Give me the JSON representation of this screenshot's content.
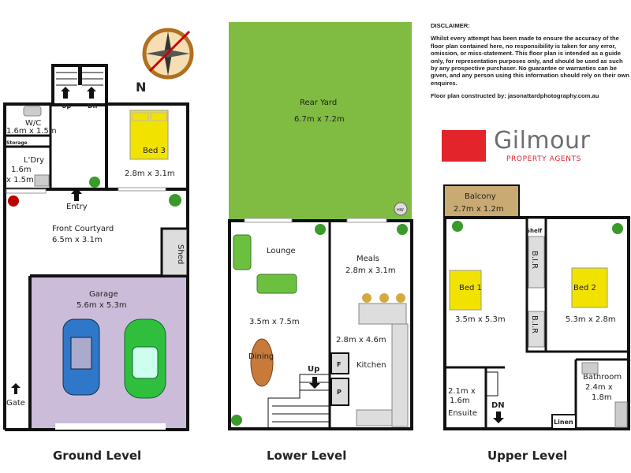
{
  "disclaimer": {
    "heading": "DISCLAIMER:",
    "body": "Whilst every attempt has been made to ensure the accuracy of the floor plan contained here, no responsibility is taken for any error, omission, or miss-statement. This floor plan is intended as a guide only, for representation purposes only, and should be used as such by any prospective purchaser. No guarantee or warranties can be given, and any person using this information should rely on their own enquires.",
    "credit": "Floor plan constructed by: jasonattardphotography.com.au"
  },
  "logo": {
    "name": "Gilmour",
    "tagline": "PROPERTY AGENTS",
    "colors": {
      "red": "#e3242b",
      "gray": "#6d6e71"
    }
  },
  "compass": {
    "north_label": "N"
  },
  "colors": {
    "yard": "#7fbc41",
    "garage": "#cbbcd9",
    "balcony": "#c9aa72",
    "bed": "#f2e200",
    "car_blue": "#2f78c9",
    "car_green": "#2fbf3c"
  },
  "ground": {
    "title": "Ground Level",
    "stairs_up": "Up",
    "stairs_dn": "Dn",
    "wc": {
      "name": "W/C",
      "size": "1.6m x 1.5m"
    },
    "storage": "Storage",
    "ldry": {
      "name": "L'Dry",
      "size_1": "1.6m",
      "size_2": "x 1.5m"
    },
    "bed3": {
      "name": "Bed 3",
      "size": "2.8m x 3.1m"
    },
    "entry": "Entry",
    "courtyard": {
      "name": "Front Courtyard",
      "size": "6.5m x 3.1m"
    },
    "shed": "Shed",
    "garage": {
      "name": "Garage",
      "size": "5.6m x 5.3m"
    },
    "gate": "Gate"
  },
  "lower": {
    "title": "Lower Level",
    "yard": {
      "name": "Rear Yard",
      "size": "6.7m x 7.2m"
    },
    "hw": "HW",
    "lounge": "Lounge",
    "lounge_size": "3.5m x 7.5m",
    "dining": "Dining",
    "meals": {
      "name": "Meals",
      "size": "2.8m x 3.1m"
    },
    "kitchen": {
      "name": "Kitchen",
      "size": "2.8m x 4.6m"
    },
    "fridge": "F",
    "pantry": "P",
    "up": "Up"
  },
  "upper": {
    "title": "Upper Level",
    "balcony": {
      "name": "Balcony",
      "size": "2.7m x 1.2m"
    },
    "shelf": "Shelf",
    "bed1": {
      "name": "Bed 1",
      "size": "3.5m x 5.3m"
    },
    "bed2": {
      "name": "Bed 2",
      "size": "5.3m x 2.8m"
    },
    "bir": "B.I.R",
    "bathroom": {
      "name": "Bathroom",
      "size_1": "2.4m x",
      "size_2": "1.8m"
    },
    "ensuite": {
      "name": "Ensuite",
      "size_1": "2.1m x",
      "size_2": "1.6m"
    },
    "dn": "DN",
    "linen": "Linen"
  }
}
